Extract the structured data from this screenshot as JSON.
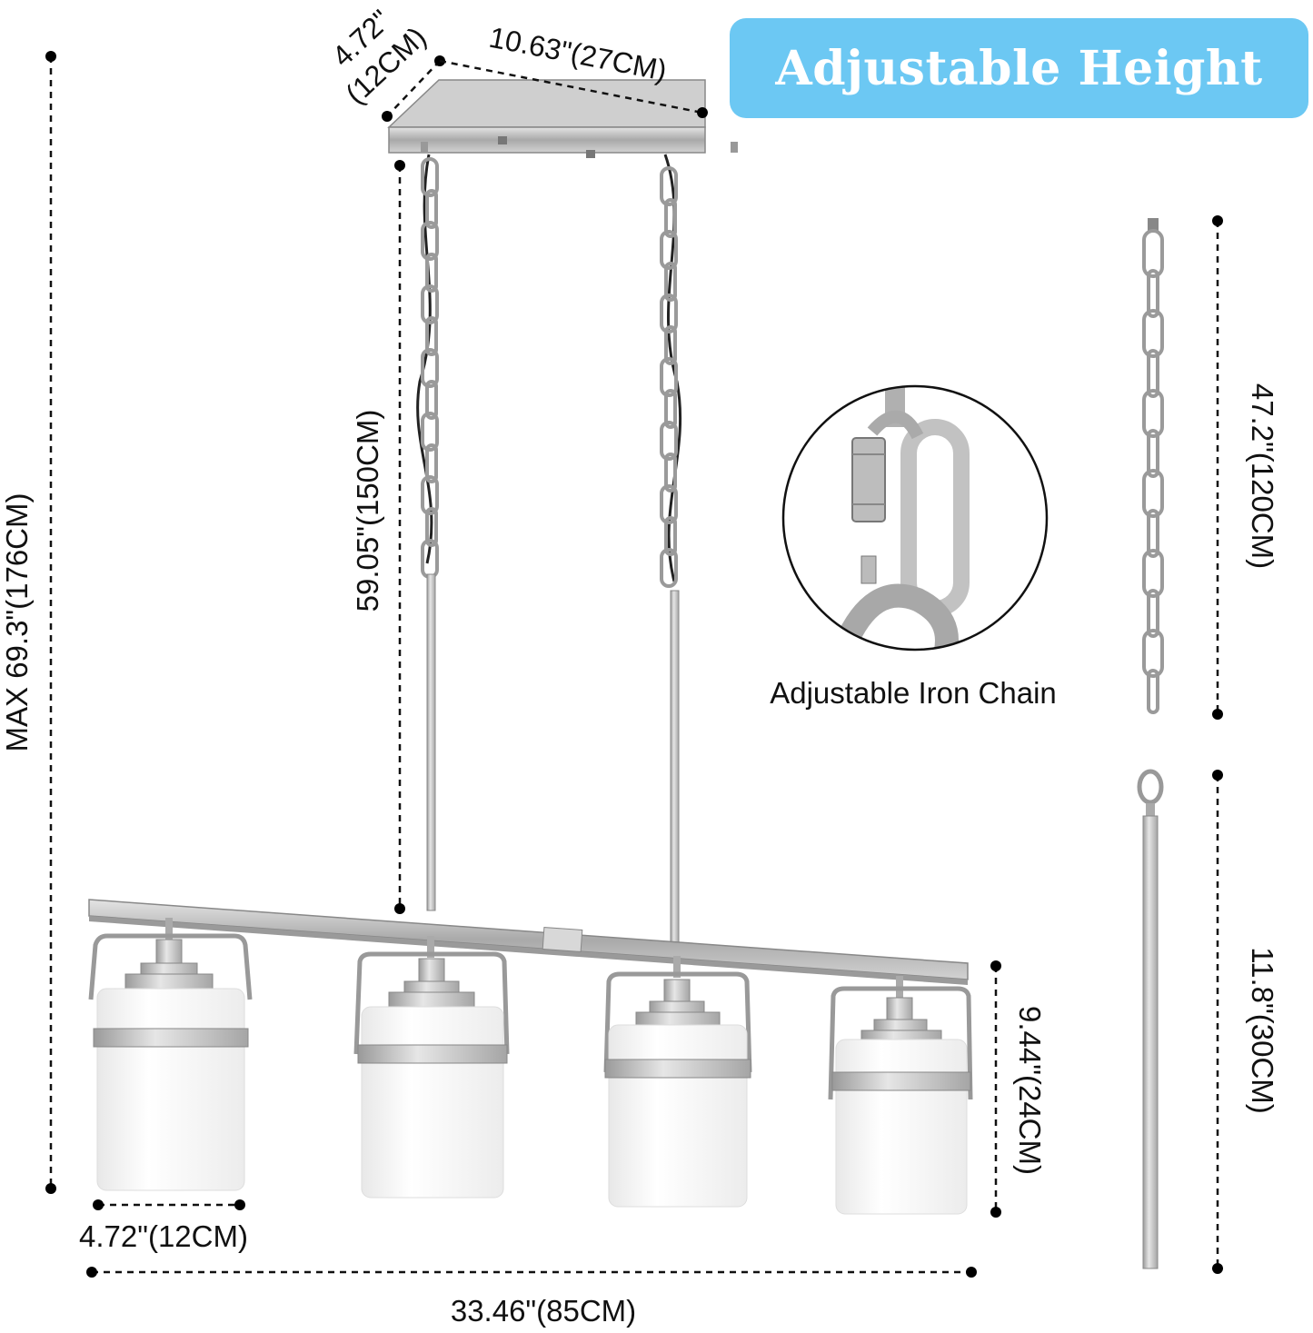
{
  "badge": {
    "title": "Adjustable Height"
  },
  "dimensions": {
    "canopy_depth_in": "4.72\"",
    "canopy_depth_cm": "(12CM)",
    "canopy_width": "10.63\"(27CM)",
    "max_height": "MAX 69.3\"(176CM)",
    "suspension_length": "59.05\"(150CM)",
    "chain_length": "47.2\"(120CM)",
    "rod_length": "11.8\"(30CM)",
    "shade_height": "9.44\"(24CM)",
    "shade_width": "4.72\"(12CM)",
    "total_width": "33.46\"(85CM)"
  },
  "callout": {
    "chain_label": "Adjustable Iron Chain"
  },
  "colors": {
    "badge_bg": "#6cc8f3",
    "badge_text": "#ffffff",
    "metal": "#b5b5b5",
    "glass": "#f4f4f4",
    "dimension_line": "#111111"
  }
}
